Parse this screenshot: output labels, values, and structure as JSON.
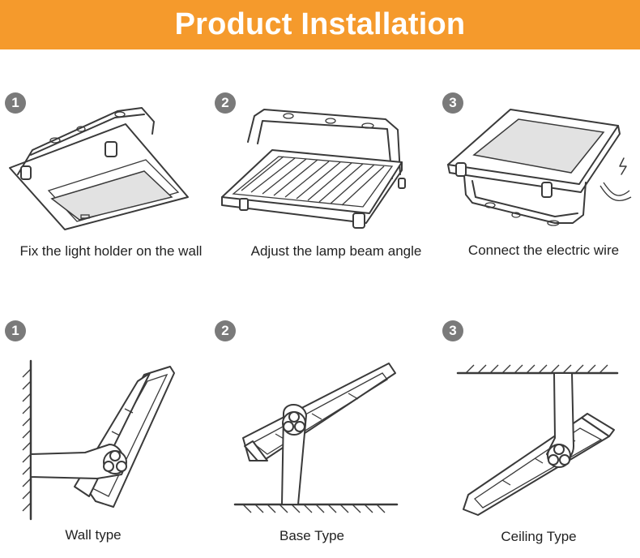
{
  "header": {
    "title": "Product Installation"
  },
  "top_steps": [
    {
      "number": "1",
      "caption": "Fix the light holder on the wall"
    },
    {
      "number": "2",
      "caption": "Adjust the lamp beam angle"
    },
    {
      "number": "3",
      "caption": "Connect the electric wire"
    }
  ],
  "bottom_steps": [
    {
      "number": "1",
      "caption": "Wall type"
    },
    {
      "number": "2",
      "caption": "Base Type"
    },
    {
      "number": "3",
      "caption": "Ceiling Type"
    }
  ],
  "colors": {
    "banner": "#f59a2c",
    "badge": "#7a7a7a",
    "line": "#3a3a3a"
  }
}
